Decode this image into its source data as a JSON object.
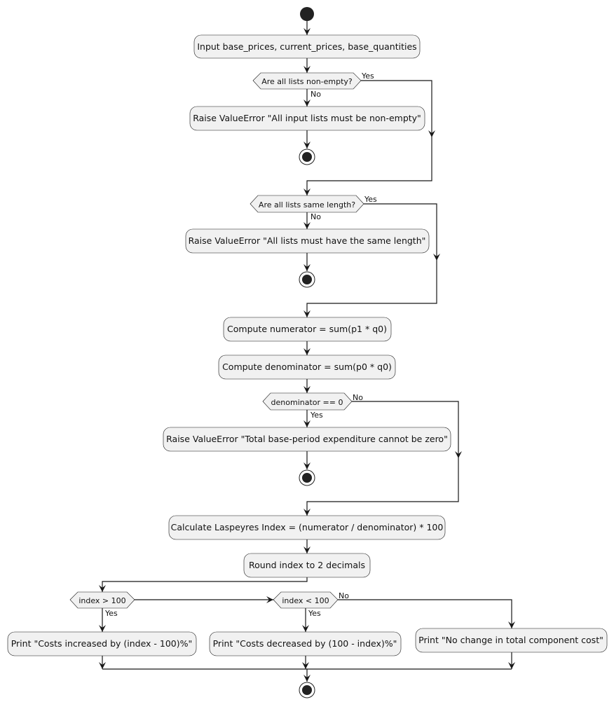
{
  "diagram": {
    "actions": {
      "input": "Input base_prices, current_prices, base_quantities",
      "raise_empty": "Raise ValueError \"All input lists must be non-empty\"",
      "raise_length": "Raise ValueError \"All lists must have the same length\"",
      "compute_numerator": "Compute numerator = sum(p1 * q0)",
      "compute_denominator": "Compute denominator = sum(p0 * q0)",
      "raise_zero": "Raise ValueError \"Total base-period expenditure cannot be zero\"",
      "calculate_index": "Calculate Laspeyres Index = (numerator / denominator) * 100",
      "round_index": "Round index to 2 decimals",
      "print_increased": "Print \"Costs increased by (index - 100)%\"",
      "print_decreased": "Print \"Costs decreased by (100 - index)%\"",
      "print_no_change": "Print \"No change in total component cost\""
    },
    "decisions": {
      "non_empty": "Are all lists non-empty?",
      "same_length": "Are all lists same length?",
      "denominator_zero": "denominator == 0",
      "index_gt": "index > 100",
      "index_lt": "index < 100"
    },
    "labels": {
      "non_empty_yes": "Yes",
      "non_empty_no": "No",
      "same_length_yes": "Yes",
      "same_length_no": "No",
      "denominator_zero_no": "No",
      "denominator_zero_yes": "Yes",
      "index_gt_yes": "Yes",
      "index_lt_yes": "Yes",
      "index_lt_no": "No"
    }
  }
}
